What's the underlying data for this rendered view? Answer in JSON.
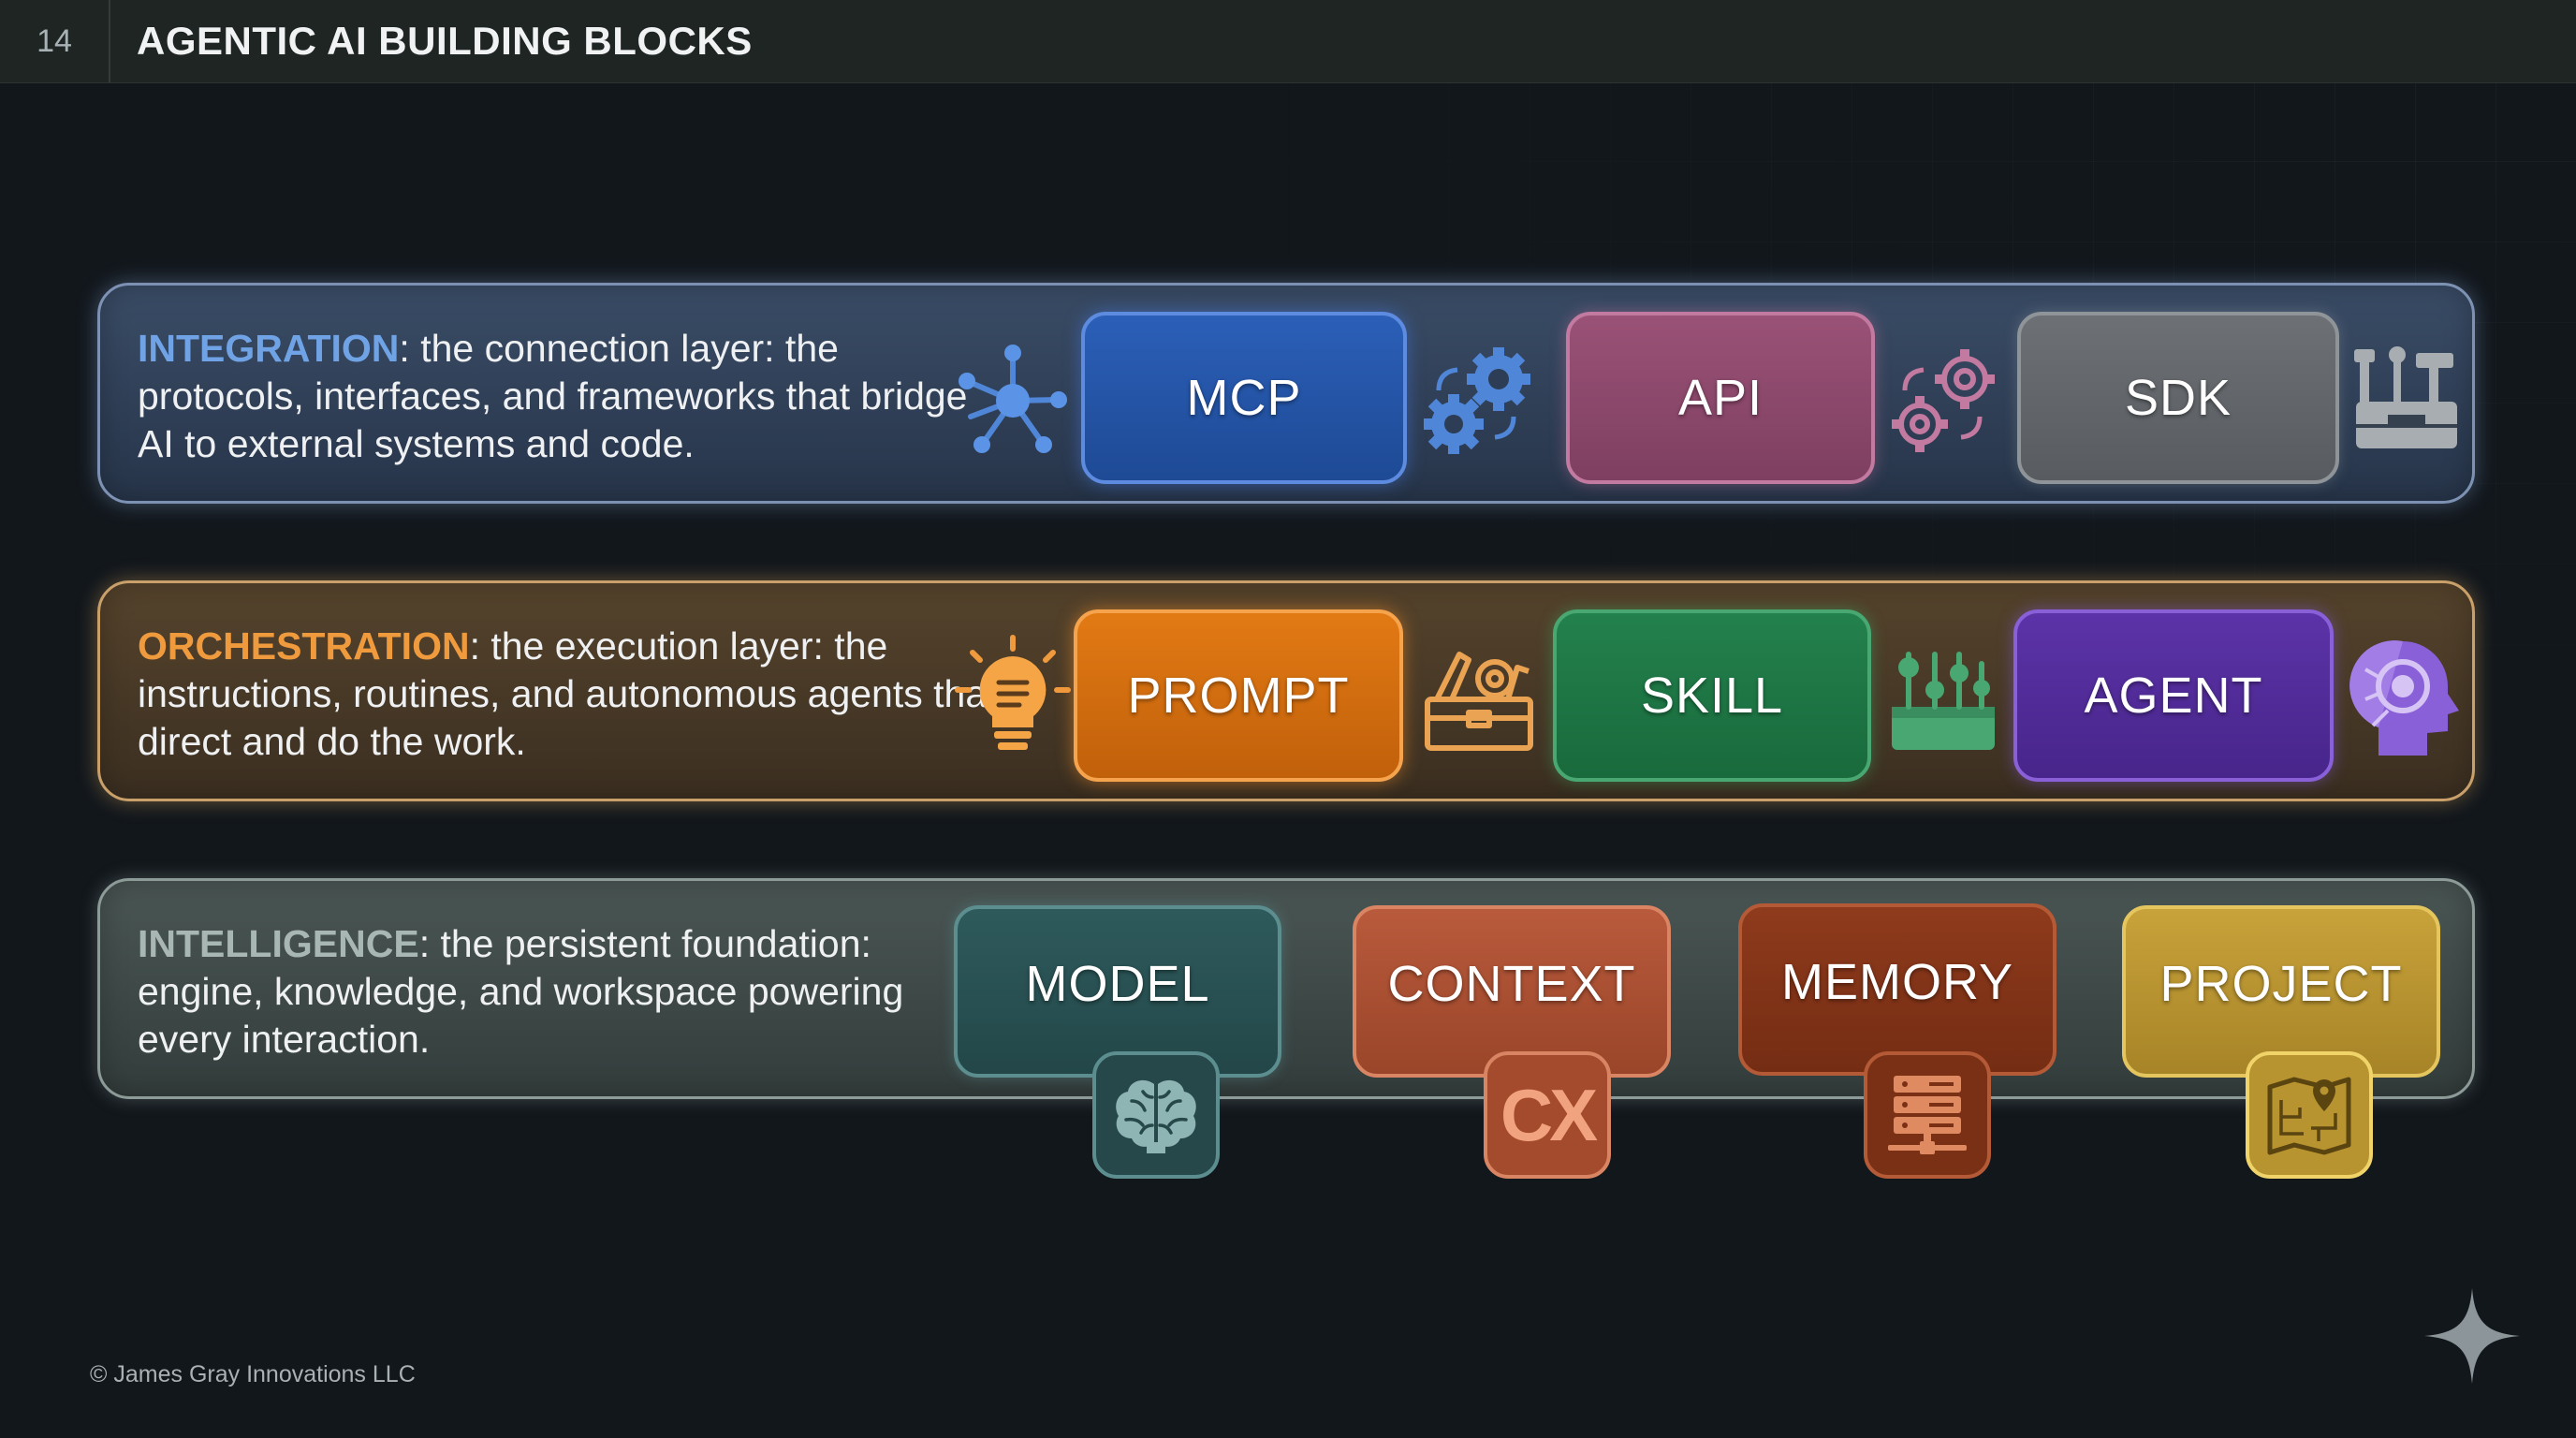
{
  "header": {
    "slide_number": "14",
    "title": "AGENTIC AI BUILDING BLOCKS"
  },
  "layers": {
    "integration": {
      "name": "INTEGRATION",
      "description": ": the connection layer: the protocols, interfaces, and frameworks that bridge AI to external systems and code.",
      "blocks": [
        "MCP",
        "API",
        "SDK"
      ],
      "icons": [
        "network-hub-icon",
        "gears-icon",
        "gears-icon",
        "toolkit-icon"
      ],
      "color": "#6fa3e6"
    },
    "orchestration": {
      "name": "ORCHESTRATION",
      "description": ": the execution layer: the instructions, routines, and autonomous agents that direct and do the work.",
      "blocks": [
        "PROMPT",
        "SKILL",
        "AGENT"
      ],
      "icons": [
        "lightbulb-icon",
        "toolbox-icon",
        "control-panel-icon",
        "robot-head-icon"
      ],
      "color": "#f09a3e"
    },
    "intelligence": {
      "name": "INTELLIGENCE",
      "description": ": the persistent foundation: engine, knowledge, and workspace powering every interaction.",
      "blocks": [
        "MODEL",
        "CONTEXT",
        "MEMORY",
        "PROJECT"
      ],
      "badges": [
        "brain-icon",
        "CX",
        "server-icon",
        "blueprint-icon"
      ],
      "color": "#a8b6b4"
    }
  },
  "colors": {
    "mcp": "#2b5fb8",
    "api": "#9a5277",
    "sdk": "#6d7175",
    "prompt": "#e27a14",
    "skill": "#23814d",
    "agent": "#5c33a8",
    "model": "#2e5a5c",
    "context": "#b95a3c",
    "memory": "#8f3a1c",
    "project": "#c8a23a"
  },
  "footer": {
    "copyright": "© James Gray Innovations LLC"
  }
}
